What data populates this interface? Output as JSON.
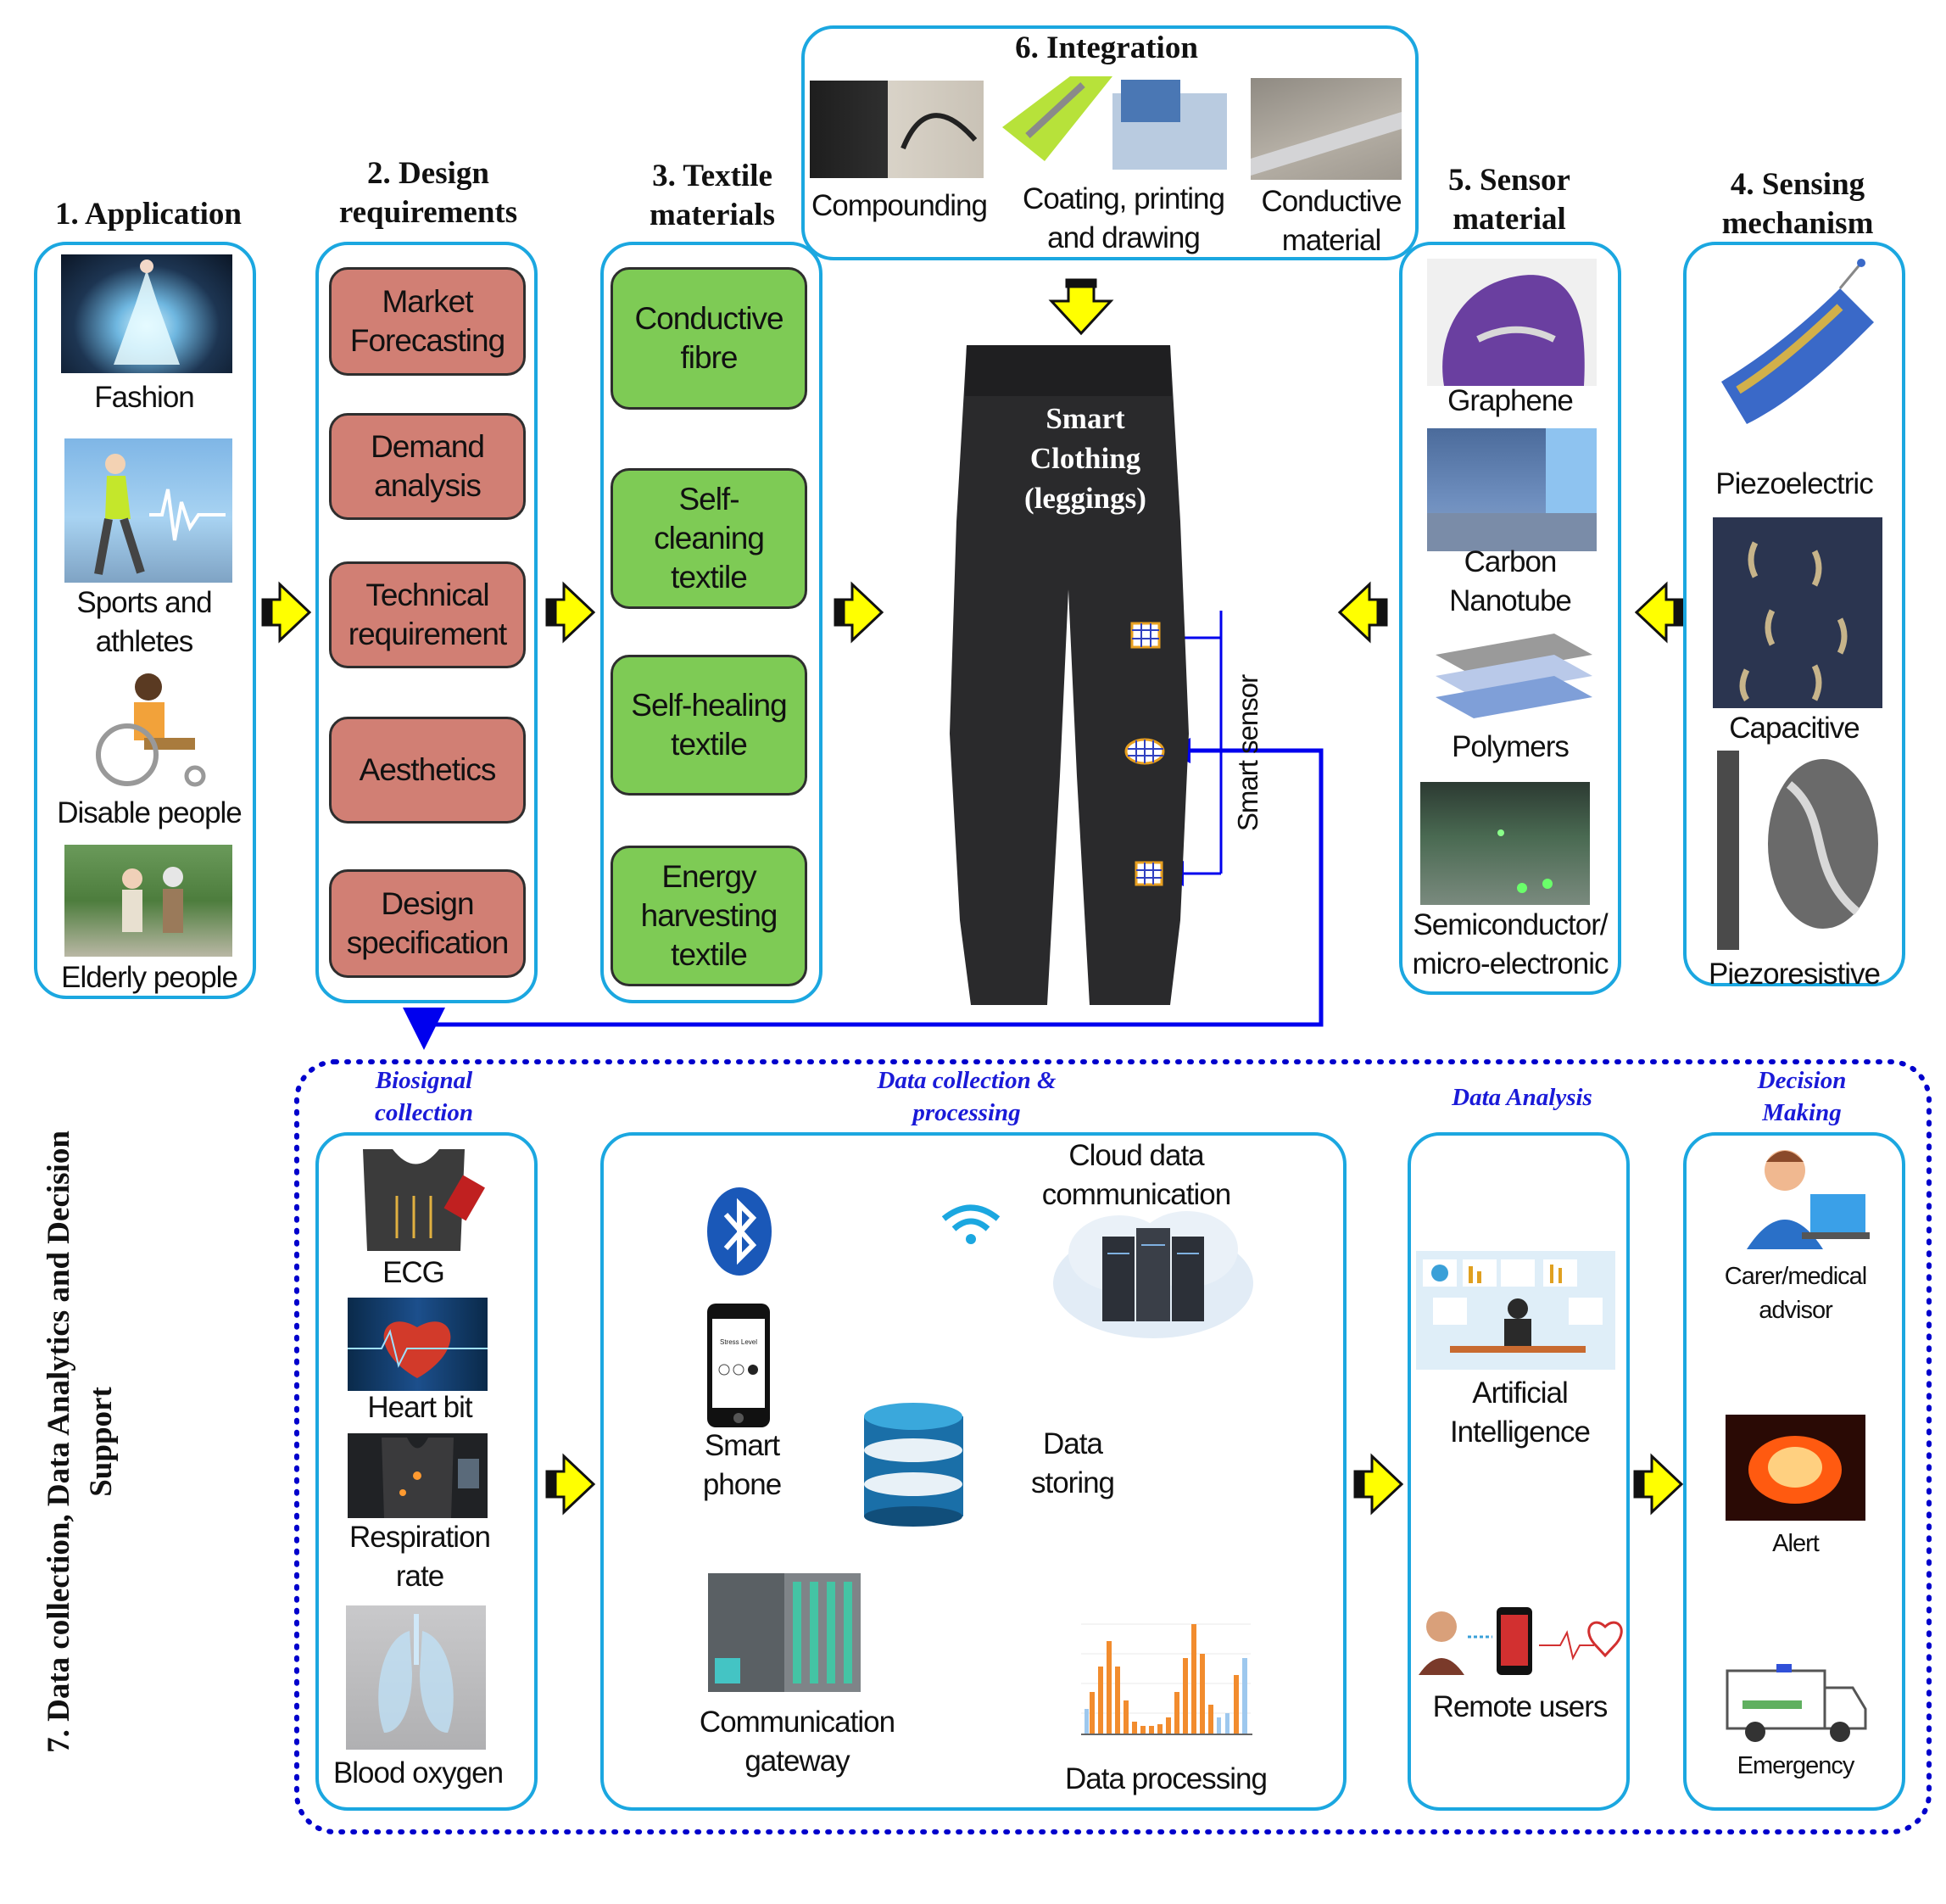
{
  "sections": {
    "application": {
      "title": "1. Application",
      "items": [
        "Fashion",
        "Sports and\nathletes",
        "Disable people",
        "Elderly people"
      ]
    },
    "design": {
      "title": "2. Design\nrequirements",
      "items": [
        "Market\nForecasting",
        "Demand\nanalysis",
        "Technical\nrequirement",
        "Aesthetics",
        "Design\nspecification"
      ]
    },
    "textile": {
      "title": "3. Textile\nmaterials",
      "items": [
        "Conductive\nfibre",
        "Self-\ncleaning\ntextile",
        "Self-healing\ntextile",
        "Energy\nharvesting\ntextile"
      ]
    },
    "sensing": {
      "title": "4. Sensing\nmechanism",
      "items": [
        "Piezoelectric",
        "Capacitive",
        "Piezoresistive"
      ]
    },
    "sensor_material": {
      "title": "5. Sensor\nmaterial",
      "items": [
        "Graphene",
        "Carbon\nNanotube",
        "Polymers",
        "Semiconductor/\nmicro-electronic"
      ]
    },
    "integration": {
      "title": "6. Integration",
      "items": [
        "Compounding",
        "Coating, printing\nand drawing",
        "Conductive\nmaterial"
      ]
    },
    "center": {
      "product": "Smart\nClothing\n(leggings)",
      "sensor_label": "Smart sensor"
    },
    "data": {
      "vertical_title": "7. Data collection, Data Analytics and Decision\nSupport",
      "biosignal": {
        "title": "Biosignal\ncollection",
        "items": [
          "ECG",
          "Heart bit",
          "Respiration\nrate",
          "Blood oxygen"
        ]
      },
      "processing": {
        "title": "Data  collection &\nprocessing",
        "cloud": "Cloud data\ncommunication",
        "phone": "Smart\nphone",
        "storing": "Data\nstoring",
        "gateway": "Communication\ngateway",
        "processing": "Data processing",
        "phone_screen": "Stress Level"
      },
      "analysis": {
        "title": "Data Analysis",
        "ai": "Artificial\nIntelligence",
        "remote": "Remote users"
      },
      "decision": {
        "title": "Decision\nMaking",
        "items": [
          "Carer/medical\nadvisor",
          "Alert",
          "Emergency"
        ]
      }
    }
  },
  "colors": {
    "panel_border": "#1ba7e0",
    "design_box": "#d17f74",
    "textile_box": "#7ecb55",
    "arrow_fill": "#ffff00",
    "flow_line": "#cc0000",
    "sensor_line": "#0000ee",
    "data_border": "#0000cc"
  }
}
